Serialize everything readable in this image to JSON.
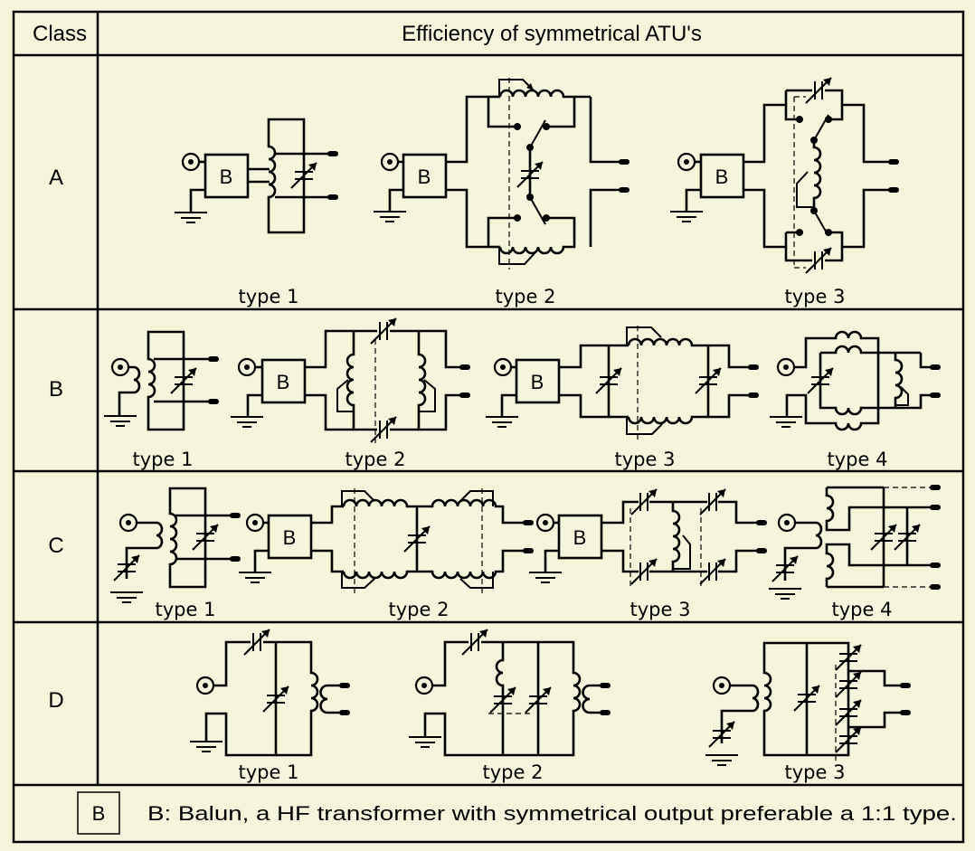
{
  "header": {
    "class_label": "Class",
    "title": "Efficiency of symmetrical ATU's"
  },
  "colors": {
    "background": "#f5f5dc",
    "line": "#000000"
  },
  "rows": [
    {
      "class": "A",
      "types": [
        "type 1",
        "type 2",
        "type 3"
      ]
    },
    {
      "class": "B",
      "types": [
        "type 1",
        "type 2",
        "type 3",
        "type 4"
      ]
    },
    {
      "class": "C",
      "types": [
        "type 1",
        "type 2",
        "type 3",
        "type 4"
      ]
    },
    {
      "class": "D",
      "types": [
        "type 1",
        "type 2",
        "type 3"
      ]
    }
  ],
  "balun_symbol": "B",
  "footer": {
    "legend_symbol": "B",
    "note": "B: Balun, a HF transformer with symmetrical output preferable a 1:1 type."
  }
}
